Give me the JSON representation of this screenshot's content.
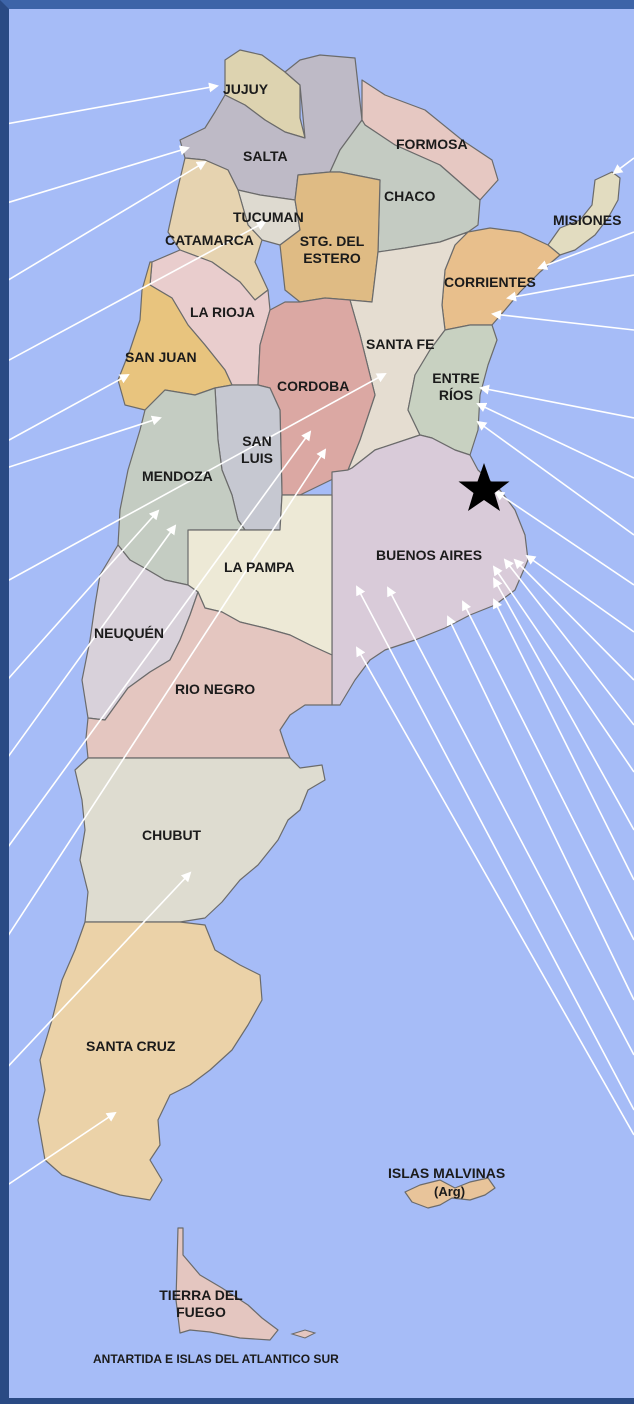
{
  "map": {
    "colors": {
      "ocean": "#a6bcf7",
      "frame": "#2a4a84",
      "arrows": "#ffffff",
      "star": "#000000"
    },
    "provinces": [
      {
        "id": "jujuy",
        "label": "JUJUY",
        "fill": "#ddd3b0"
      },
      {
        "id": "salta",
        "label": "SALTA",
        "fill": "#bebac6"
      },
      {
        "id": "formosa",
        "label": "FORMOSA",
        "fill": "#e6c8c2"
      },
      {
        "id": "chaco",
        "label": "CHACO",
        "fill": "#c4cbc2"
      },
      {
        "id": "misiones",
        "label": "MISIONES",
        "fill": "#e2dcc0"
      },
      {
        "id": "tucuman",
        "label": "TUCUMAN",
        "fill": "#dedad0"
      },
      {
        "id": "catamarca",
        "label": "CATAMARCA",
        "fill": "#e6d3b0"
      },
      {
        "id": "stg_del_estero",
        "label": "STG. DEL ESTERO",
        "fill": "#dfbb84"
      },
      {
        "id": "corrientes",
        "label": "CORRIENTES",
        "fill": "#e8bf8c"
      },
      {
        "id": "la_rioja",
        "label": "LA RIOJA",
        "fill": "#e9cdcd"
      },
      {
        "id": "santa_fe",
        "label": "SANTA FE",
        "fill": "#e5ddd1"
      },
      {
        "id": "san_juan",
        "label": "SAN JUAN",
        "fill": "#e8c47e"
      },
      {
        "id": "cordoba",
        "label": "CORDOBA",
        "fill": "#dba8a3"
      },
      {
        "id": "entre_rios",
        "label": "ENTRE RÍOS",
        "fill": "#c8d1c1"
      },
      {
        "id": "san_luis",
        "label": "SAN LUIS",
        "fill": "#c6c8d1"
      },
      {
        "id": "mendoza",
        "label": "MENDOZA",
        "fill": "#c4ccc2"
      },
      {
        "id": "buenos_aires",
        "label": "BUENOS AIRES",
        "fill": "#d9cbd9"
      },
      {
        "id": "la_pampa",
        "label": "LA PAMPA",
        "fill": "#ede9d6"
      },
      {
        "id": "neuquen",
        "label": "NEUQUÉN",
        "fill": "#d8d1da"
      },
      {
        "id": "rio_negro",
        "label": "RIO NEGRO",
        "fill": "#e4c6c0"
      },
      {
        "id": "chubut",
        "label": "CHUBUT",
        "fill": "#dedcd0"
      },
      {
        "id": "santa_cruz",
        "label": "SANTA CRUZ",
        "fill": "#ebd2a8"
      },
      {
        "id": "tierra_del_fuego",
        "label": "TIERRA DEL FUEGO",
        "fill": "#e4c6c0"
      },
      {
        "id": "islas_malvinas",
        "label": "ISLAS MALVINAS",
        "sublabel": "(Arg)",
        "fill": "#e8c49a"
      }
    ],
    "footer": "ANTARTIDA E ISLAS DEL ATLANTICO SUR"
  }
}
